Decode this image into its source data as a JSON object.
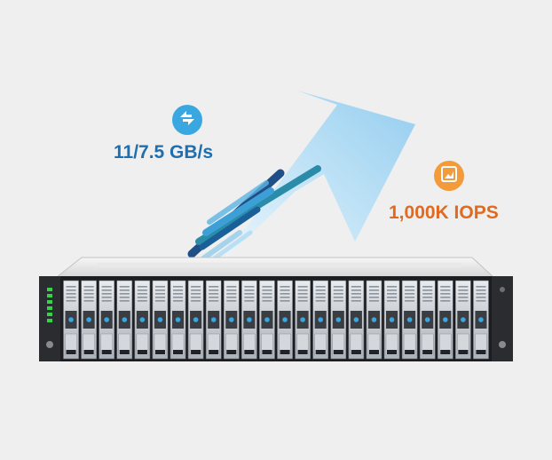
{
  "throughput": {
    "icon": "transfer-arrows-icon",
    "value": "11/7.5 GB/s",
    "color": "#1e6fb0",
    "badge_color": "#3aa7e0"
  },
  "iops": {
    "icon": "chart-icon",
    "value": "1,000K IOPS",
    "color": "#e06a1f",
    "badge_color": "#f39a3a"
  },
  "server": {
    "drive_bay_count": 24,
    "status_leds": 6
  },
  "colors": {
    "background": "#efefef",
    "arrow_light": "#dbeefa",
    "arrow_dark": "#8fcbef",
    "stripe_navy": "#1f4f86",
    "stripe_teal": "#2a8ca8"
  }
}
